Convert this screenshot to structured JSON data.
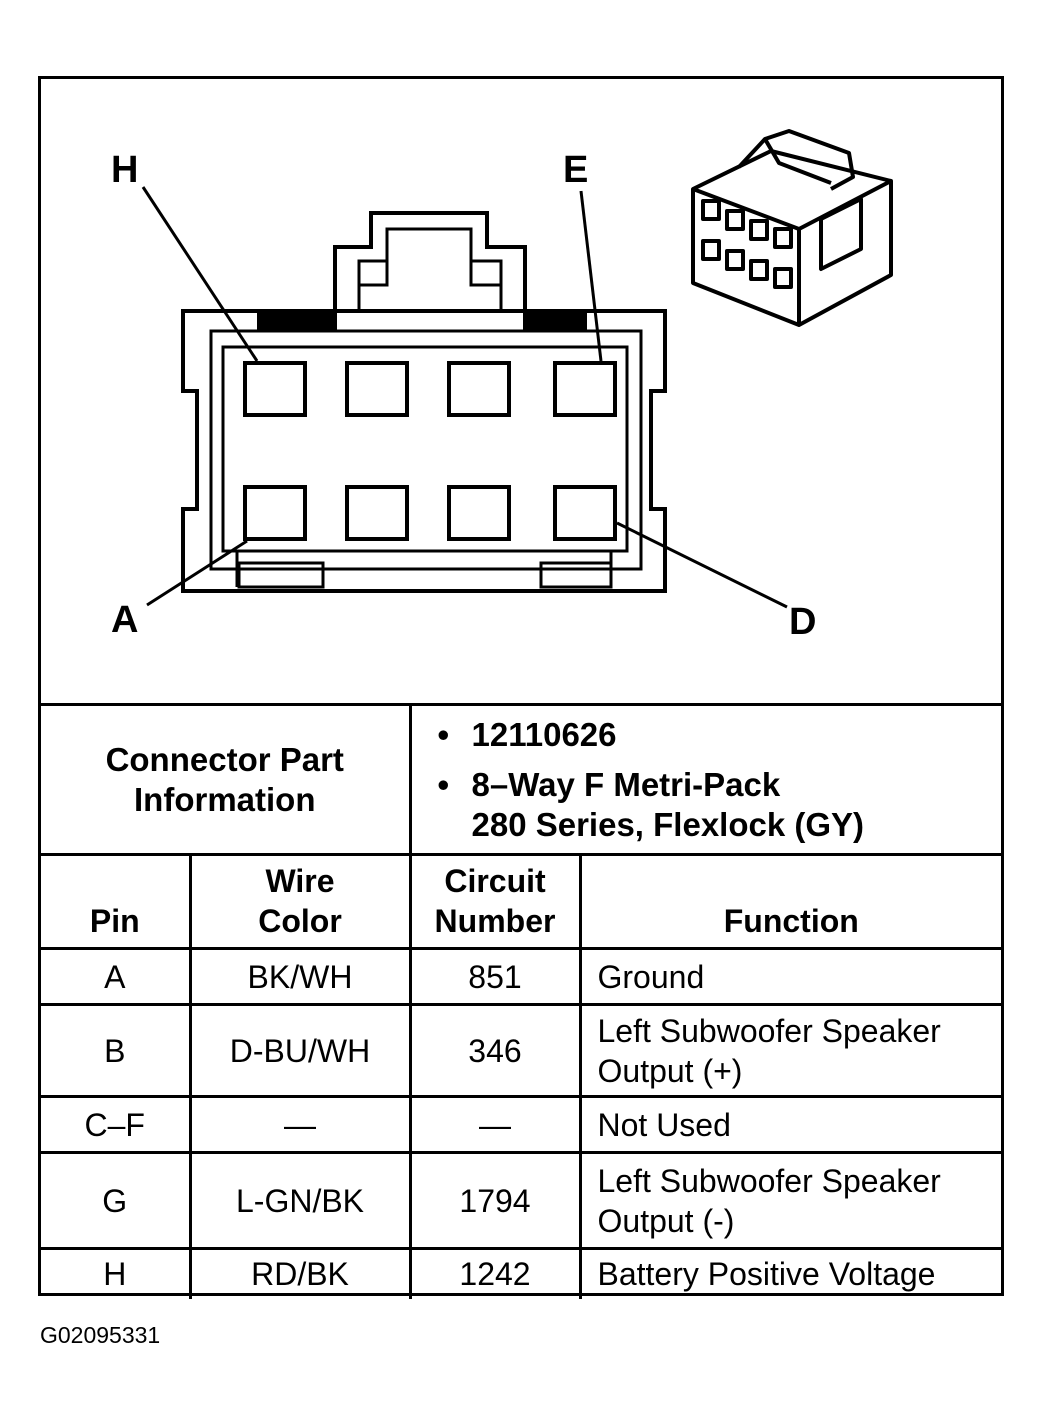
{
  "pin_labels": {
    "h": "H",
    "e": "E",
    "a": "A",
    "d": "D"
  },
  "connector_info": {
    "title_line1": "Connector Part",
    "title_line2": "Information",
    "part_number": "12110626",
    "description_line1": "8–Way F Metri-Pack",
    "description_line2": "280 Series, Flexlock (GY)",
    "bullet": "•"
  },
  "table": {
    "headers": {
      "pin": "Pin",
      "wire_color_line1": "Wire",
      "wire_color_line2": "Color",
      "circuit_line1": "Circuit",
      "circuit_line2": "Number",
      "function": "Function"
    },
    "rows": [
      {
        "pin": "A",
        "wire_color": "BK/WH",
        "circuit": "851",
        "function_line1": "Ground",
        "function_line2": ""
      },
      {
        "pin": "B",
        "wire_color": "D-BU/WH",
        "circuit": "346",
        "function_line1": "Left Subwoofer Speaker",
        "function_line2": "Output (+)"
      },
      {
        "pin": "C–F",
        "wire_color": "—",
        "circuit": "—",
        "function_line1": "Not Used",
        "function_line2": ""
      },
      {
        "pin": "G",
        "wire_color": "L-GN/BK",
        "circuit": "1794",
        "function_line1": "Left Subwoofer Speaker",
        "function_line2": "Output (-)"
      },
      {
        "pin": "H",
        "wire_color": "RD/BK",
        "circuit": "1242",
        "function_line1": "Battery Positive Voltage",
        "function_line2": ""
      }
    ]
  },
  "footer": {
    "code": "G02095331"
  }
}
